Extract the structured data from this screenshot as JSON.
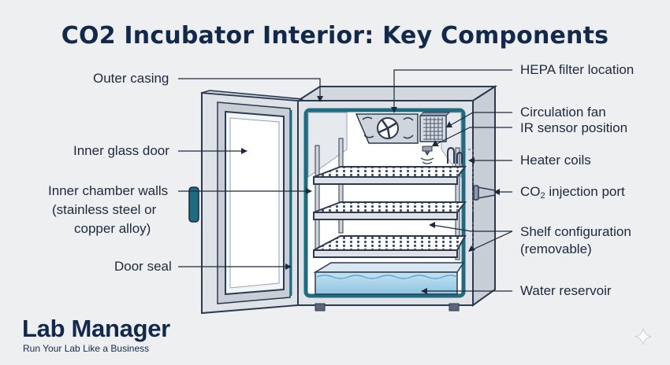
{
  "title": "CO2 Incubator Interior: Key Components",
  "labels": {
    "outer_casing": "Outer casing",
    "inner_glass_door": "Inner glass door",
    "inner_walls_line1": "Inner chamber walls",
    "inner_walls_line2": "(stainless steel or",
    "inner_walls_line3": "copper alloy)",
    "door_seal": "Door seal",
    "hepa_filter": "HEPA filter location",
    "circulation_fan": "Circulation fan",
    "ir_sensor": "IR sensor position",
    "heater_coils": "Heater coils",
    "co2_prefix": "CO",
    "co2_subscript": "2",
    "co2_suffix": " injection port",
    "shelf_line1": "Shelf configuration",
    "shelf_line2": "(removable)",
    "water_reservoir": "Water reservoir"
  },
  "brand": {
    "name": "Lab Manager",
    "tagline": "Run Your Lab Like a Business"
  },
  "colors": {
    "navy": "#13294b",
    "teal": "#1f6b80",
    "casing": "#dfe2e7",
    "water": "#a9d4ec"
  }
}
